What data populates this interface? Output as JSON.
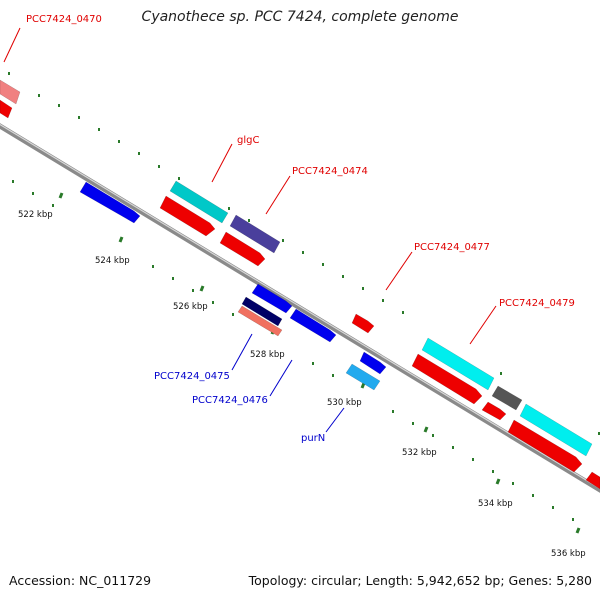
{
  "title": "Cyanothece sp. PCC 7424, complete genome",
  "accession_text": "Accession: NC_011729",
  "summary_text": "Topology: circular; Length: 5,942,652 bp; Genes: 5,280",
  "tick_labels": [
    "522 kbp",
    "524 kbp",
    "526 kbp",
    "528 kbp",
    "530 kbp",
    "532 kbp",
    "534 kbp",
    "536 kbp"
  ],
  "gene_labels": {
    "outer": [
      "PCC7424_0470",
      "glgC",
      "PCC7424_0474",
      "PCC7424_0477",
      "PCC7424_0479"
    ],
    "inner": [
      "PCC7424_0475",
      "PCC7424_0476",
      "purN"
    ]
  },
  "colors": {
    "backbone": "#8c8c8c",
    "tick": "#2a7a2a",
    "label_outer": "#e00000",
    "label_inner": "#0000cc"
  }
}
